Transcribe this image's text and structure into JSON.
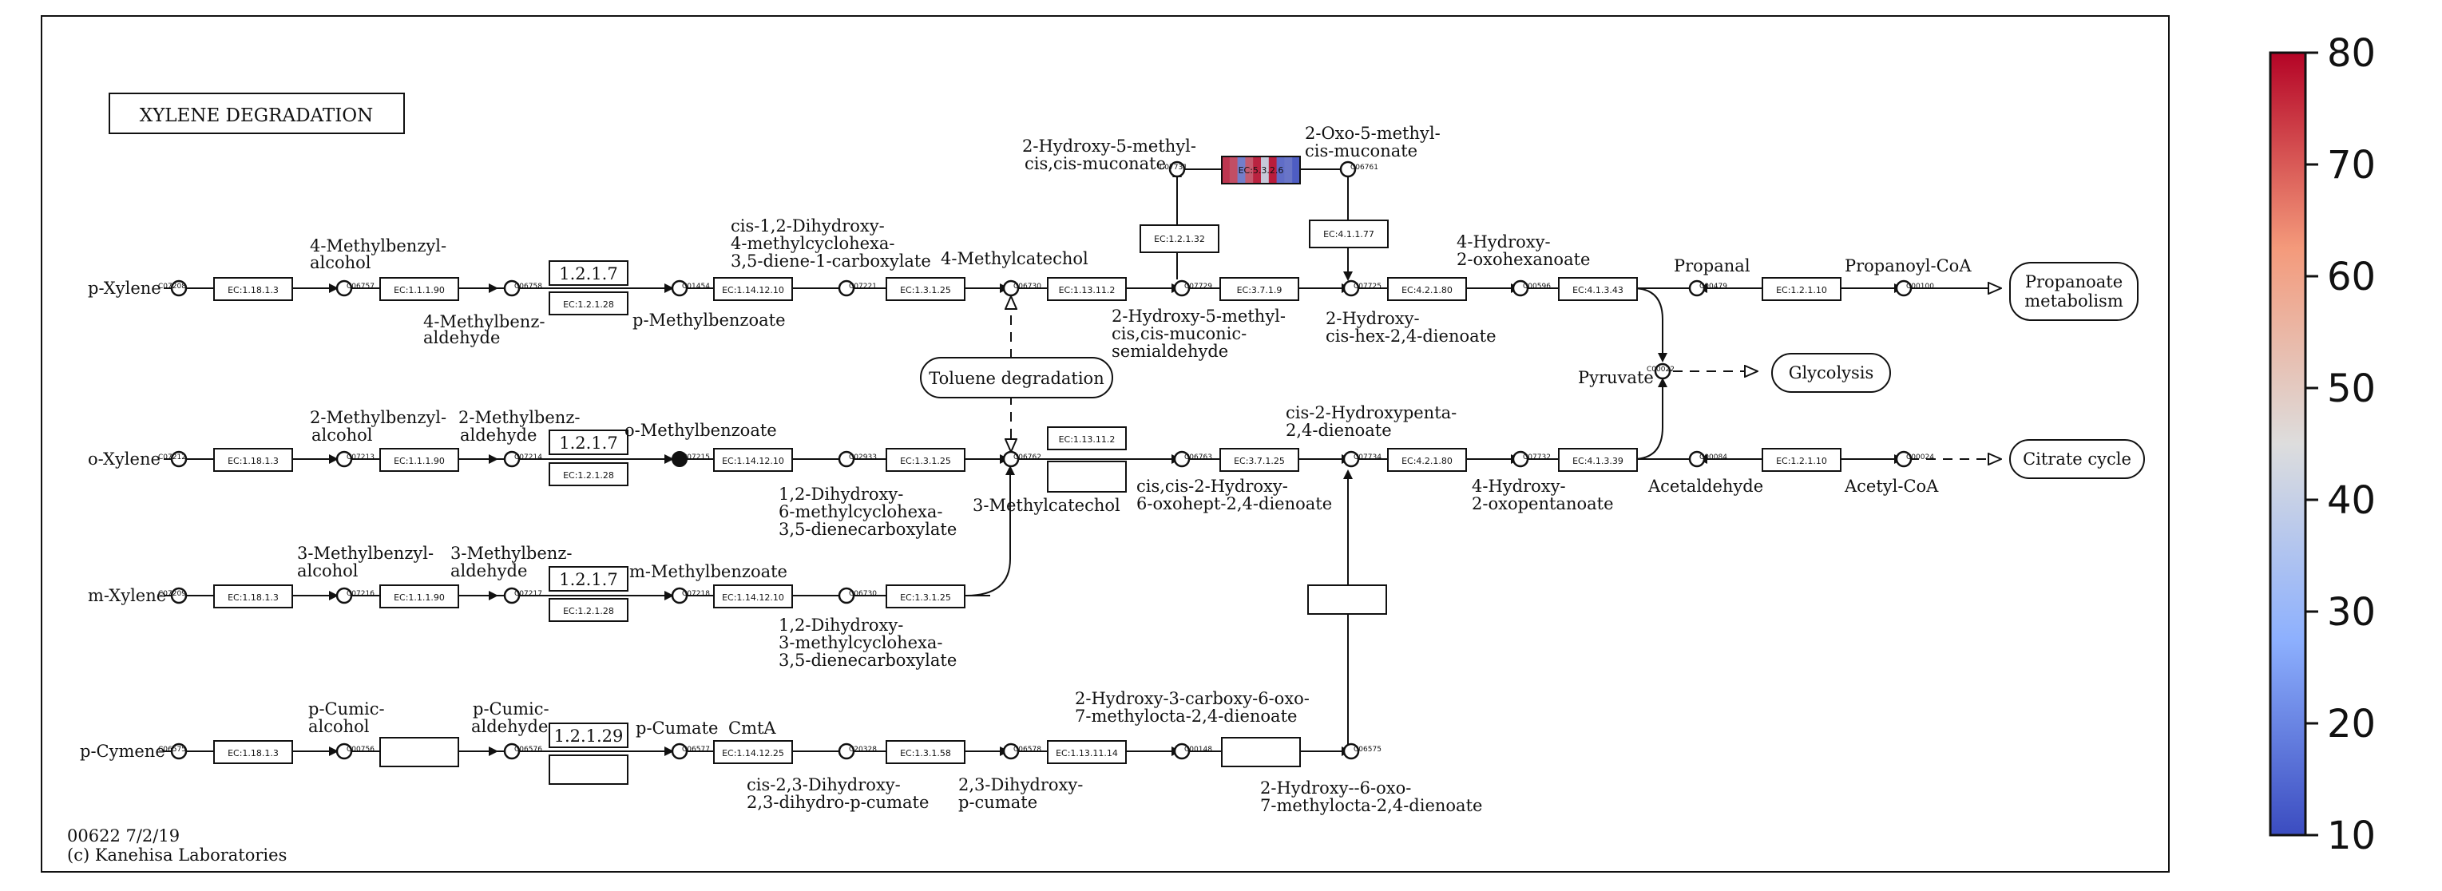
{
  "title": "XYLENE DEGRADATION",
  "footer": {
    "map_id": "00622 7/2/19",
    "copyright": "(c) Kanehisa Laboratories"
  },
  "compounds": {
    "p_xylene": "p-Xylene",
    "o_xylene": "o-Xylene",
    "m_xylene": "m-Xylene",
    "p_cymene": "p-Cymene",
    "methylbenzyl4_a": "4-Methylbenzyl-",
    "methylbenzyl4_b": "alcohol",
    "methylbenzal4_a": "4-Methylbenz-",
    "methylbenzal4_b": "aldehyde",
    "p_methylbenzoate": "p-Methylbenzoate",
    "cis12_a": "cis-1,2-Dihydroxy-",
    "cis12_b": "4-methylcyclohexa-",
    "cis12_c": "3,5-diene-1-carboxylate",
    "methylcatechol4": "4-Methylcatechol",
    "hm_muconate_a": "2-Hydroxy-5-methyl-",
    "hm_muconate_b": "cis,cis-muconate",
    "om_muconate_a": "2-Oxo-5-methyl-",
    "om_muconate_b": "cis-muconate",
    "semiald_a": "2-Hydroxy-5-methyl-",
    "semiald_b": "cis,cis-muconic-",
    "semiald_c": "semialdehyde",
    "hydroxy_cis_hex_a": "2-Hydroxy-",
    "hydroxy_cis_hex_b": "cis-hex-2,4-dienoate",
    "oxohexanoate_a": "4-Hydroxy-",
    "oxohexanoate_b": "2-oxohexanoate",
    "propanal": "Propanal",
    "propanoyl_coa": "Propanoyl-CoA",
    "pyruvate": "Pyruvate",
    "methylbenzyl2_a": "2-Methylbenzyl-",
    "methylbenzyl2_b": "alcohol",
    "methylbenzal2_a": "2-Methylbenz-",
    "methylbenzal2_b": "aldehyde",
    "o_methylbenzoate": "o-Methylbenzoate",
    "dihydroxy6_a": "1,2-Dihydroxy-",
    "dihydroxy6_b": "6-methylcyclohexa-",
    "dihydroxy6_c": "3,5-dienecarboxylate",
    "methylcatechol3": "3-Methylcatechol",
    "oxohept_a": "cis,cis-2-Hydroxy-",
    "oxohept_b": "6-oxohept-2,4-dienoate",
    "hydroxypenta_a": "cis-2-Hydroxypenta-",
    "hydroxypenta_b": "2,4-dienoate",
    "oxopentanoate_a": "4-Hydroxy-",
    "oxopentanoate_b": "2-oxopentanoate",
    "acetaldehyde": "Acetaldehyde",
    "acetyl_coa": "Acetyl-CoA",
    "methylbenzyl3_a": "3-Methylbenzyl-",
    "methylbenzyl3_b": "alcohol",
    "methylbenzal3_a": "3-Methylbenz-",
    "methylbenzal3_b": "aldehyde",
    "m_methylbenzoate": "m-Methylbenzoate",
    "dihydroxy3_a": "1,2-Dihydroxy-",
    "dihydroxy3_b": "3-methylcyclohexa-",
    "dihydroxy3_c": "3,5-dienecarboxylate",
    "cumic_alc_a": "p-Cumic-",
    "cumic_alc_b": "alcohol",
    "cumic_ald_a": "p-Cumic-",
    "cumic_ald_b": "aldehyde",
    "p_cumate": "p-Cumate",
    "cmta": "CmtA",
    "cis23_a": "cis-2,3-Dihydroxy-",
    "cis23_b": "2,3-dihydro-p-cumate",
    "dihydroxy_pcumate_a": "2,3-Dihydroxy-",
    "dihydroxy_pcumate_b": "p-cumate",
    "carboxy_a": "2-Hydroxy-3-carboxy-6-oxo-",
    "carboxy_b": "7-methylocta-2,4-dienoate",
    "methylocta_a": "2-Hydroxy--6-oxo-",
    "methylocta_b": "7-methylocta-2,4-dienoate"
  },
  "pathways": {
    "toluene": "Toluene degradation",
    "propanoate_a": "Propanoate",
    "propanoate_b": "metabolism",
    "glycolysis": "Glycolysis",
    "citrate": "Citrate cycle"
  },
  "enzymes": {
    "r1_1": "EC:1.18.1.3",
    "r1_2": "EC:1.1.1.90",
    "r1_3a": "1.2.1.7",
    "r1_3b": "EC:1.2.1.28",
    "r1_4": "EC:1.14.12.10",
    "r1_5": "EC:1.3.1.25",
    "r1_6": "EC:1.13.11.2",
    "r1_7": "EC:3.7.1.9",
    "r1_8": "EC:4.2.1.80",
    "r1_9": "EC:4.1.3.43",
    "r1_10": "EC:1.2.1.10",
    "up_1": "EC:1.2.1.32",
    "up_2": "EC:4.1.1.77",
    "heat": "EC:5.3.2.6",
    "r2_1": "EC:1.18.1.3",
    "r2_2": "EC:1.1.1.90",
    "r2_3a": "1.2.1.7",
    "r2_3b": "EC:1.2.1.28",
    "r2_4": "EC:1.14.12.10",
    "r2_5": "EC:1.3.1.25",
    "r2_6": "EC:1.13.11.2",
    "r2_7": "EC:3.7.1.25",
    "r2_8": "EC:4.2.1.80",
    "r2_9": "EC:4.1.3.39",
    "r2_10": "EC:1.2.1.10",
    "r3_1": "EC:1.18.1.3",
    "r3_2": "EC:1.1.1.90",
    "r3_3a": "1.2.1.7",
    "r3_3b": "EC:1.2.1.28",
    "r3_4": "EC:1.14.12.10",
    "r3_5": "EC:1.3.1.25",
    "r4_1": "EC:1.18.1.3",
    "r4_3a": "1.2.1.29",
    "r4_4": "EC:1.14.12.25",
    "r4_5": "EC:1.3.1.58",
    "r4_6": "EC:1.13.11.14"
  },
  "cpd_ids": {
    "c1": "C07208",
    "c2": "C06757",
    "c3": "C06758",
    "c4": "C01454",
    "c5": "C07221",
    "c6": "C06730",
    "c7": "C07729",
    "c8": "C07725",
    "c9": "C00596",
    "c10": "C06761",
    "c11": "C00479",
    "c12": "C00022",
    "c13": "C00100",
    "c14": "C07212",
    "c15": "C07213",
    "c16": "C07214",
    "c17": "C07215",
    "c18": "C07731",
    "c19": "C02933",
    "c20": "C06762",
    "c21": "C06763",
    "c22": "C00084",
    "c23": "C00024",
    "c24": "C07209",
    "c25": "C07216",
    "c26": "C07217",
    "c27": "C07218",
    "c28": "C06730",
    "c29": "C06575",
    "c30": "C00756",
    "c31": "C06576",
    "c32": "C06577",
    "c33": "C20328",
    "c34": "C06578",
    "c35": "C00148",
    "c36": "C07734",
    "c37": "C07732"
  },
  "heatmap": {
    "values": [
      72,
      68,
      22,
      66,
      75,
      40,
      76,
      18,
      20,
      14
    ],
    "colors": {
      "low": "#3b4cc0",
      "mid": "#dddddd",
      "high": "#b40426"
    }
  },
  "colorbar": {
    "min": 10,
    "max": 80,
    "ticks": [
      "80",
      "70",
      "60",
      "50",
      "40",
      "30",
      "20",
      "10"
    ]
  }
}
